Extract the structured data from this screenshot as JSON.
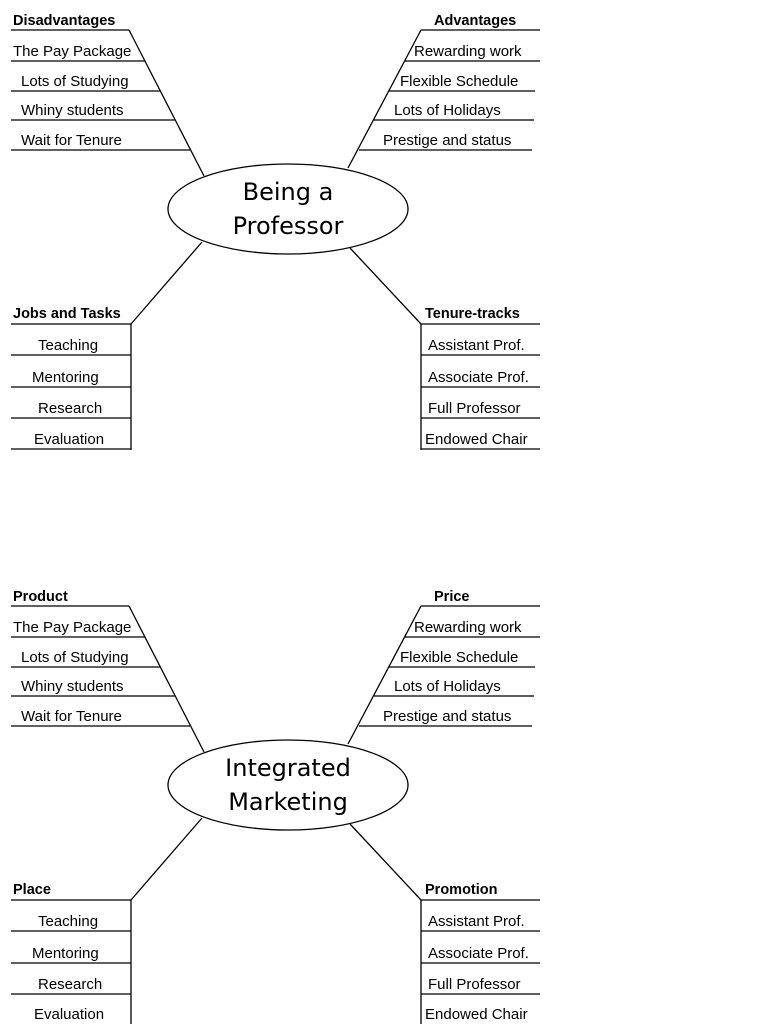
{
  "maps": [
    {
      "center": {
        "line1": "Being a",
        "line2": "Professor"
      },
      "top_left": {
        "heading": "Disadvantages",
        "items": [
          "The Pay Package",
          "Lots of Studying",
          "Whiny students",
          "Wait for Tenure"
        ]
      },
      "top_right": {
        "heading": "Advantages",
        "items": [
          "Rewarding work",
          "Flexible Schedule",
          "Lots of Holidays",
          "Prestige and status"
        ]
      },
      "bottom_left": {
        "heading": "Jobs and Tasks",
        "items": [
          "Teaching",
          "Mentoring",
          "Research",
          "Evaluation"
        ]
      },
      "bottom_right": {
        "heading": "Tenure-tracks",
        "items": [
          "Assistant Prof.",
          "Associate Prof.",
          "Full Professor",
          "Endowed Chair"
        ]
      }
    },
    {
      "center": {
        "line1": "Integrated",
        "line2": "Marketing"
      },
      "top_left": {
        "heading": "Product",
        "items": [
          "The Pay Package",
          "Lots of Studying",
          "Whiny students",
          "Wait for Tenure"
        ]
      },
      "top_right": {
        "heading": "Price",
        "items": [
          "Rewarding work",
          "Flexible Schedule",
          "Lots of Holidays",
          "Prestige and status"
        ]
      },
      "bottom_left": {
        "heading": "Place",
        "items": [
          "Teaching",
          "Mentoring",
          "Research",
          "Evaluation"
        ]
      },
      "bottom_right": {
        "heading": "Promotion",
        "items": [
          "Assistant Prof.",
          "Associate Prof.",
          "Full Professor",
          "Endowed Chair"
        ]
      }
    }
  ]
}
